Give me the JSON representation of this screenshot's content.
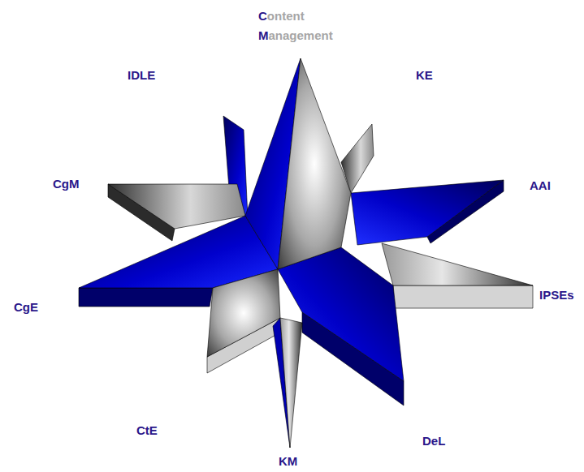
{
  "diagram": {
    "labels": [
      "Content",
      "Management",
      "IDLE",
      "KE",
      "CgM",
      "AAI",
      "CgE",
      "IPSEs",
      "CtE",
      "DeL",
      "KM"
    ]
  }
}
